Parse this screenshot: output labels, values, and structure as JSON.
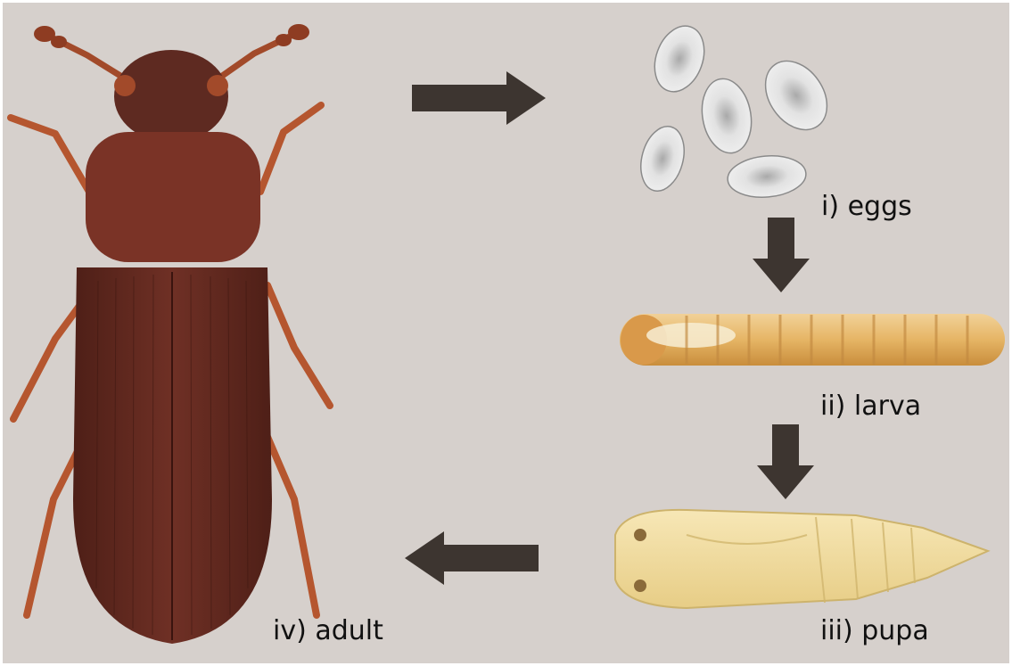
{
  "stages": {
    "eggs": {
      "label": "i) eggs"
    },
    "larva": {
      "label": "ii) larva"
    },
    "pupa": {
      "label": "iii) pupa"
    },
    "adult": {
      "label": "iv) adult"
    }
  },
  "colors": {
    "background": "#d6d0cc",
    "arrow": "#3d3530",
    "beetle": "#6b2f22",
    "beetle_leg": "#b5562f",
    "egg": "#dcdcdc",
    "larva": "#e8b870",
    "pupa": "#f1dca3"
  },
  "icons": {
    "arrow_1": "arrow-right-icon",
    "arrow_2": "arrow-down-icon",
    "arrow_3": "arrow-down-icon",
    "arrow_4": "arrow-left-icon"
  }
}
